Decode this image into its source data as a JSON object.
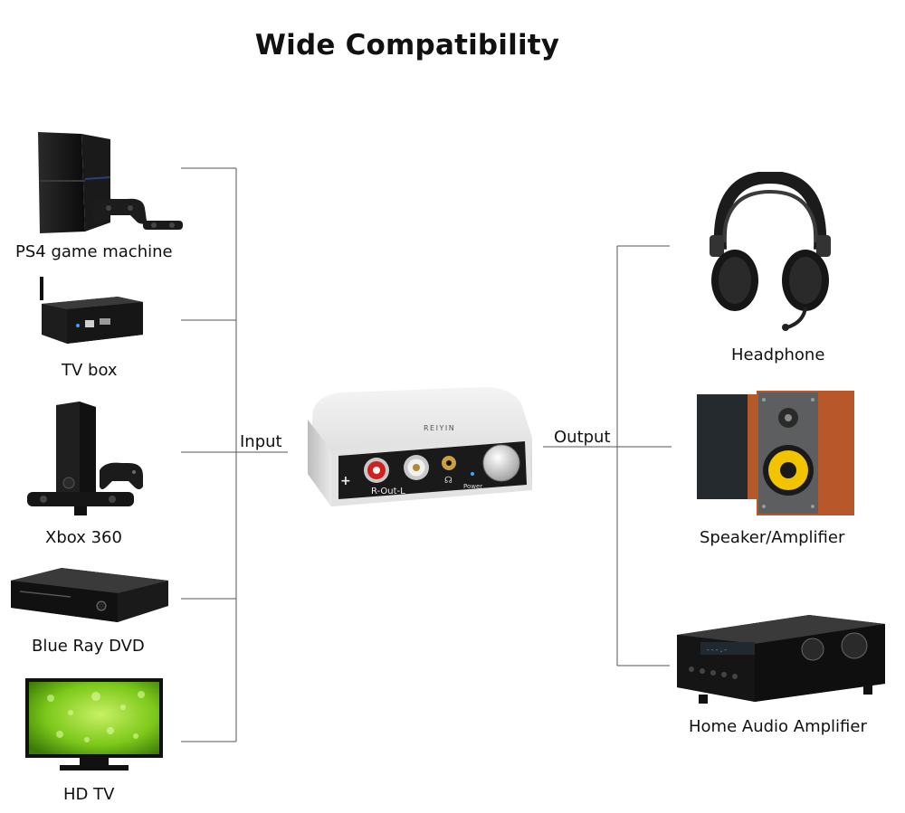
{
  "title": "Wide Compatibility",
  "input_label": "Input",
  "output_label": "Output",
  "inputs": [
    {
      "name": "PS4 game machine",
      "icon": "ps4-console-icon"
    },
    {
      "name": "TV box",
      "icon": "tv-box-icon"
    },
    {
      "name": "Xbox 360",
      "icon": "xbox-360-icon"
    },
    {
      "name": "Blue Ray DVD",
      "icon": "blu-ray-player-icon"
    },
    {
      "name": "HD TV",
      "icon": "hd-tv-icon"
    }
  ],
  "outputs": [
    {
      "name": "Headphone",
      "icon": "headphone-icon"
    },
    {
      "name": "Speaker/Amplifier",
      "icon": "speaker-icon"
    },
    {
      "name": "Home Audio Amplifier",
      "icon": "home-audio-amplifier-icon"
    }
  ],
  "converter": {
    "brand": "REIYIN",
    "port_label": "R-Out-L",
    "power_label": "Power",
    "plus_symbol": "+"
  }
}
